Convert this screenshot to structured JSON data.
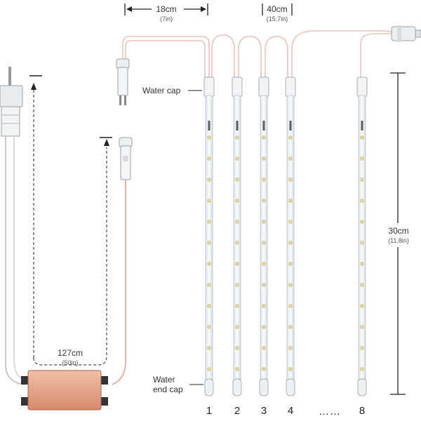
{
  "dimensions": {
    "spacing_left": {
      "main": "18cm",
      "sub": "(7in)"
    },
    "spacing_right": {
      "main": "40cm",
      "sub": "(15.7in)"
    },
    "tube_length": {
      "main": "30cm",
      "sub": "(11.8in)"
    },
    "lead_cable": {
      "main": "127cm",
      "sub": "(50in)"
    }
  },
  "labels": {
    "water_cap": "Water cap",
    "water_end_cap_line1": "Water",
    "water_end_cap_line2": "end cap"
  },
  "tube_numbers": [
    "1",
    "2",
    "3",
    "4",
    "8"
  ],
  "ellipsis": "……",
  "colors": {
    "adapter_box": "#e8a58a",
    "wire": "#e9c2bc",
    "tube": "#f3f6f8",
    "led": "#e9d59a",
    "dim_line": "#222222"
  },
  "icons": [
    "power-plug-icon",
    "connector-male-icon",
    "connector-female-icon",
    "end-connector-icon",
    "power-adapter-icon"
  ]
}
